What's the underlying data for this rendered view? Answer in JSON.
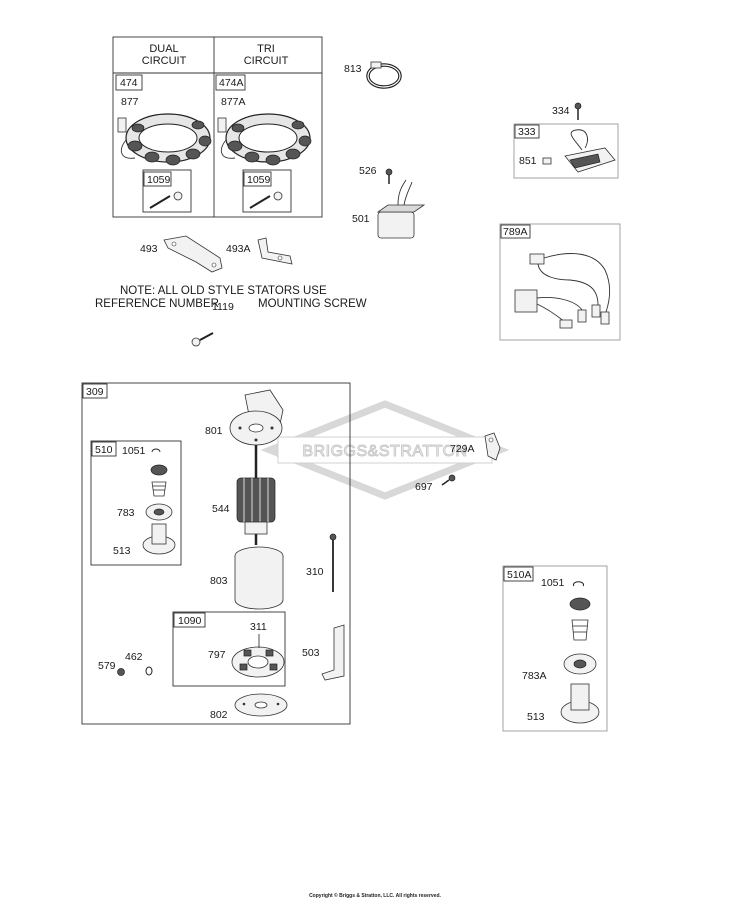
{
  "stator_table": {
    "col1_line1": "DUAL",
    "col1_line2": "CIRCUIT",
    "col2_line1": "TRI",
    "col2_line2": "CIRCUIT",
    "box_474": "474",
    "box_474a": "474A",
    "part_877": "877",
    "part_877a": "877A",
    "box_1059_a": "1059",
    "box_1059_b": "1059"
  },
  "note": {
    "line1": "NOTE: ALL OLD STYLE STATORS USE",
    "line2_left": "REFERENCE NUMBER",
    "line2_number": "1119",
    "line2_right": "MOUNTING SCREW"
  },
  "parts": {
    "p813": "813",
    "p334": "334",
    "p333": "333",
    "p851": "851",
    "p526": "526",
    "p501": "501",
    "p789a": "789A",
    "p493": "493",
    "p493a": "493A",
    "p309": "309",
    "p801": "801",
    "p510": "510",
    "p1051": "1051",
    "p783": "783",
    "p513": "513",
    "p544": "544",
    "p803": "803",
    "p310": "310",
    "p1090": "1090",
    "p311": "311",
    "p797": "797",
    "p503": "503",
    "p579": "579",
    "p462": "462",
    "p802": "802",
    "p729a": "729A",
    "p697": "697",
    "p510a": "510A",
    "p1051b": "1051",
    "p783a": "783A",
    "p513b": "513"
  },
  "watermark": "BRIGGS&STRATTON",
  "copyright": "Copyright © Briggs & Stratton, LLC. All rights reserved."
}
